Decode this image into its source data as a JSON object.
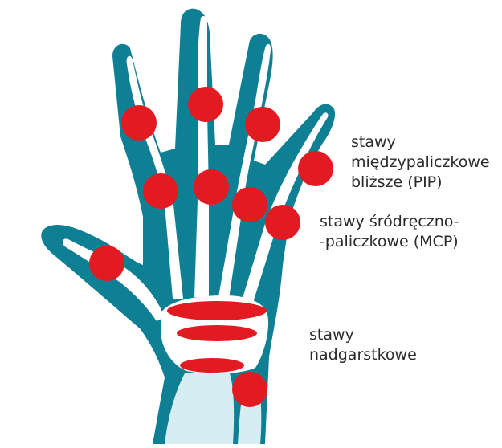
{
  "colors": {
    "skin": "#0f7f93",
    "skin_dark": "#0b6476",
    "bone": "#ffffff",
    "forearm_bone": "#d6eef3",
    "joint": "#e21b23",
    "text": "#2a2a2a"
  },
  "labels": {
    "pip": {
      "line1": "stawy",
      "line2": "międzypaliczkowe",
      "line3": "bliższe (PIP)"
    },
    "mcp": {
      "line1": "stawy śródręczno-",
      "line2": "-paliczkowe (MCP)"
    },
    "carpal": {
      "line1": "stawy",
      "line2": "nadgarstkowe"
    }
  }
}
